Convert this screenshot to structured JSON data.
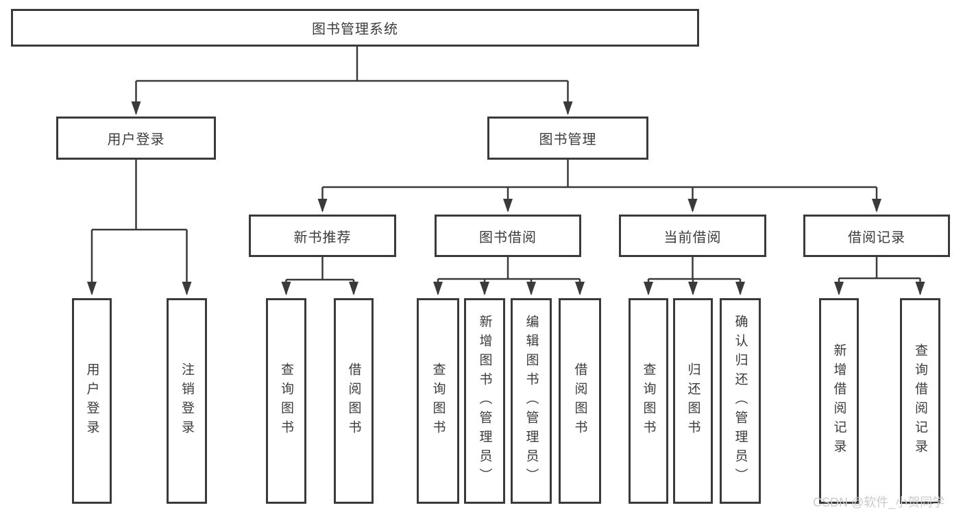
{
  "tree": {
    "root": {
      "label": "图书管理系统"
    },
    "children": [
      {
        "label": "用户登录",
        "children": [
          {
            "label": "用户登录"
          },
          {
            "label": "注销登录"
          }
        ]
      },
      {
        "label": "图书管理",
        "children": [
          {
            "label": "新书推荐",
            "children": [
              {
                "label": "查询图书"
              },
              {
                "label": "借阅图书"
              }
            ]
          },
          {
            "label": "图书借阅",
            "children": [
              {
                "label": "查询图书"
              },
              {
                "label": "新增图书（管理员）"
              },
              {
                "label": "编辑图书（管理员）"
              },
              {
                "label": "借阅图书"
              }
            ]
          },
          {
            "label": "当前借阅",
            "children": [
              {
                "label": "查询图书"
              },
              {
                "label": "归还图书"
              },
              {
                "label": "确认归还（管理员）"
              }
            ]
          },
          {
            "label": "借阅记录",
            "children": [
              {
                "label": "新增借阅记录"
              },
              {
                "label": "查询借阅记录"
              }
            ]
          }
        ]
      }
    ]
  },
  "watermark": {
    "text": "CSDN @软件_小贺同学"
  },
  "colors": {
    "line": "#3a3a3a",
    "box_border": "#3a3a3a",
    "text": "#3c3c3c",
    "watermark": "#cbcbcb",
    "background": "#ffffff"
  }
}
